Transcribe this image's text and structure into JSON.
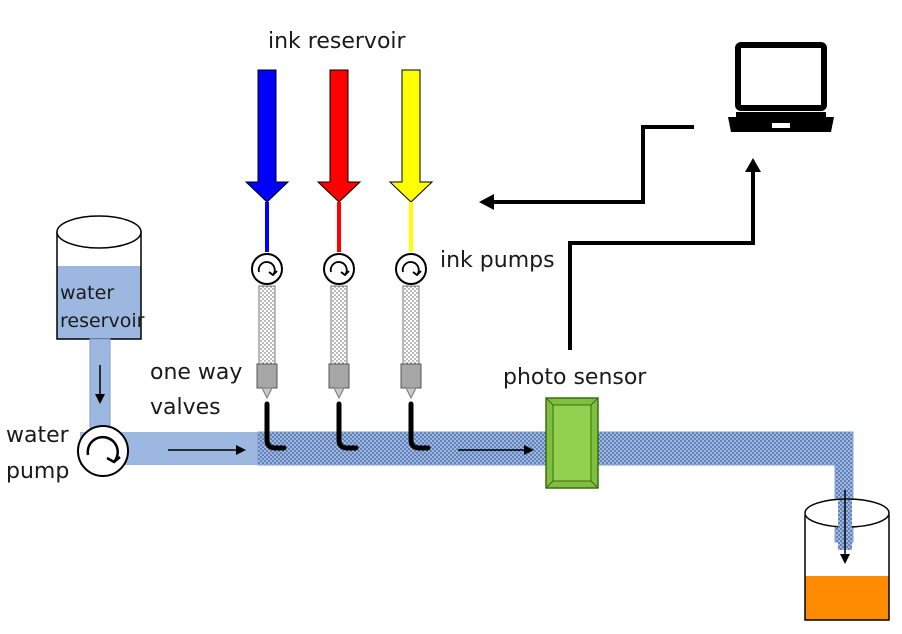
{
  "labels": {
    "ink_reservoir": "ink reservoir",
    "water_reservoir_line1": "water",
    "water_reservoir_line2": "reservoir",
    "one_way_line1": "one way",
    "one_way_line2": "valves",
    "water_pump_line1": "water",
    "water_pump_line2": "pump",
    "ink_pumps": "ink pumps",
    "photo_sensor": "photo sensor"
  },
  "inks": [
    {
      "name": "blue",
      "color": "#0000ff"
    },
    {
      "name": "red",
      "color": "#ff0000"
    },
    {
      "name": "yellow",
      "color": "#ffff00"
    }
  ],
  "colors": {
    "water": "#9db8e0",
    "water_stroke": "#7f9ecc",
    "channel_dots": "#3b5a9c",
    "sensor": "#92d050",
    "sensor_stroke": "#3e6b12",
    "collection": "#ff8c00",
    "valve": "#a6a6a6"
  },
  "icons": {
    "computer": "laptop-icon",
    "pump": "rotation-arrow-icon"
  }
}
